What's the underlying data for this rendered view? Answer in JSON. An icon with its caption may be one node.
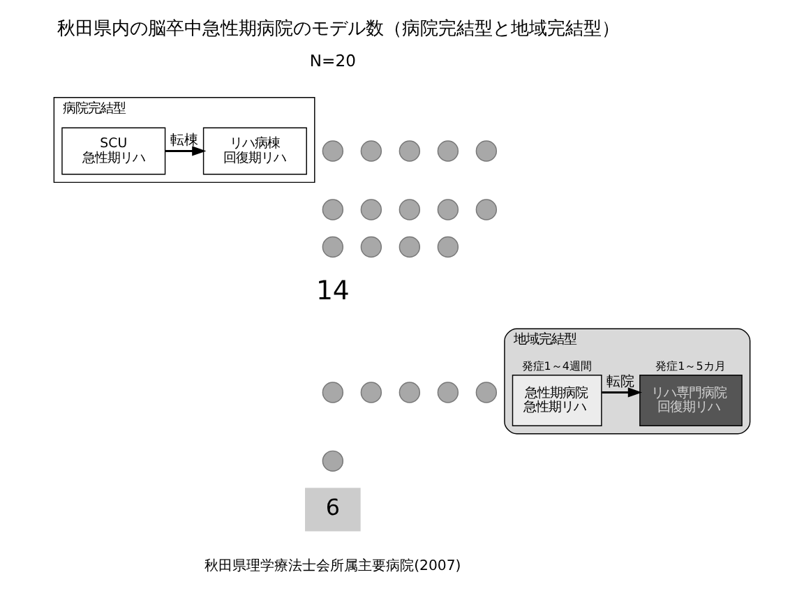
{
  "diagram": {
    "title": "秋田県内の脳卒中急性期病院のモデル数（病院完結型と地域完結型）",
    "nodes": [
      {
        "text": [
          "病院完結型"
        ]
      },
      {
        "text": [
          "SCU",
          "急性期リハ"
        ],
        "in": 0
      },
      {
        "text": [
          "リハ病棟",
          "回復期リハ"
        ],
        "in": 0
      },
      {
        "text": [],
        "shape": "circle"
      },
      {
        "text": [],
        "shape": "circle"
      },
      {
        "text": [],
        "shape": "circle"
      },
      {
        "text": [],
        "shape": "circle"
      },
      {
        "text": [],
        "shape": "circle"
      },
      {
        "text": [],
        "shape": "circle"
      },
      {
        "text": [],
        "shape": "circle"
      },
      {
        "text": [],
        "shape": "circle"
      },
      {
        "text": [],
        "shape": "circle"
      },
      {
        "text": [],
        "shape": "circle"
      },
      {
        "text": [],
        "shape": "circle"
      },
      {
        "text": [],
        "shape": "circle"
      },
      {
        "text": [],
        "shape": "circle"
      },
      {
        "text": [],
        "shape": "circle"
      },
      {
        "text": [
          "地域完結型"
        ]
      },
      {
        "text": [
          "急性期病院",
          "急性期リハ"
        ],
        "in": 17,
        "beside": [
          "発症1～4週間"
        ]
      },
      {
        "text": [
          "リハ専門病院",
          "回復期リハ"
        ],
        "in": 17,
        "beside": [
          "発症1～5カ月"
        ]
      },
      {
        "text": [],
        "shape": "circle"
      },
      {
        "text": [],
        "shape": "circle"
      },
      {
        "text": [],
        "shape": "circle"
      },
      {
        "text": [],
        "shape": "circle"
      },
      {
        "text": [],
        "shape": "circle"
      },
      {
        "text": [],
        "shape": "circle"
      },
      {
        "text": [
          "6"
        ]
      }
    ],
    "edges": [
      {
        "from": 1,
        "to": 2,
        "arrow": "to",
        "label": "転棟"
      },
      {
        "from": 18,
        "to": 19,
        "arrow": "to",
        "label": "転院"
      }
    ],
    "labels": [
      "N=20",
      "14"
    ],
    "caption": "秋田県理学療法士会所属主要病院(2007)"
  }
}
